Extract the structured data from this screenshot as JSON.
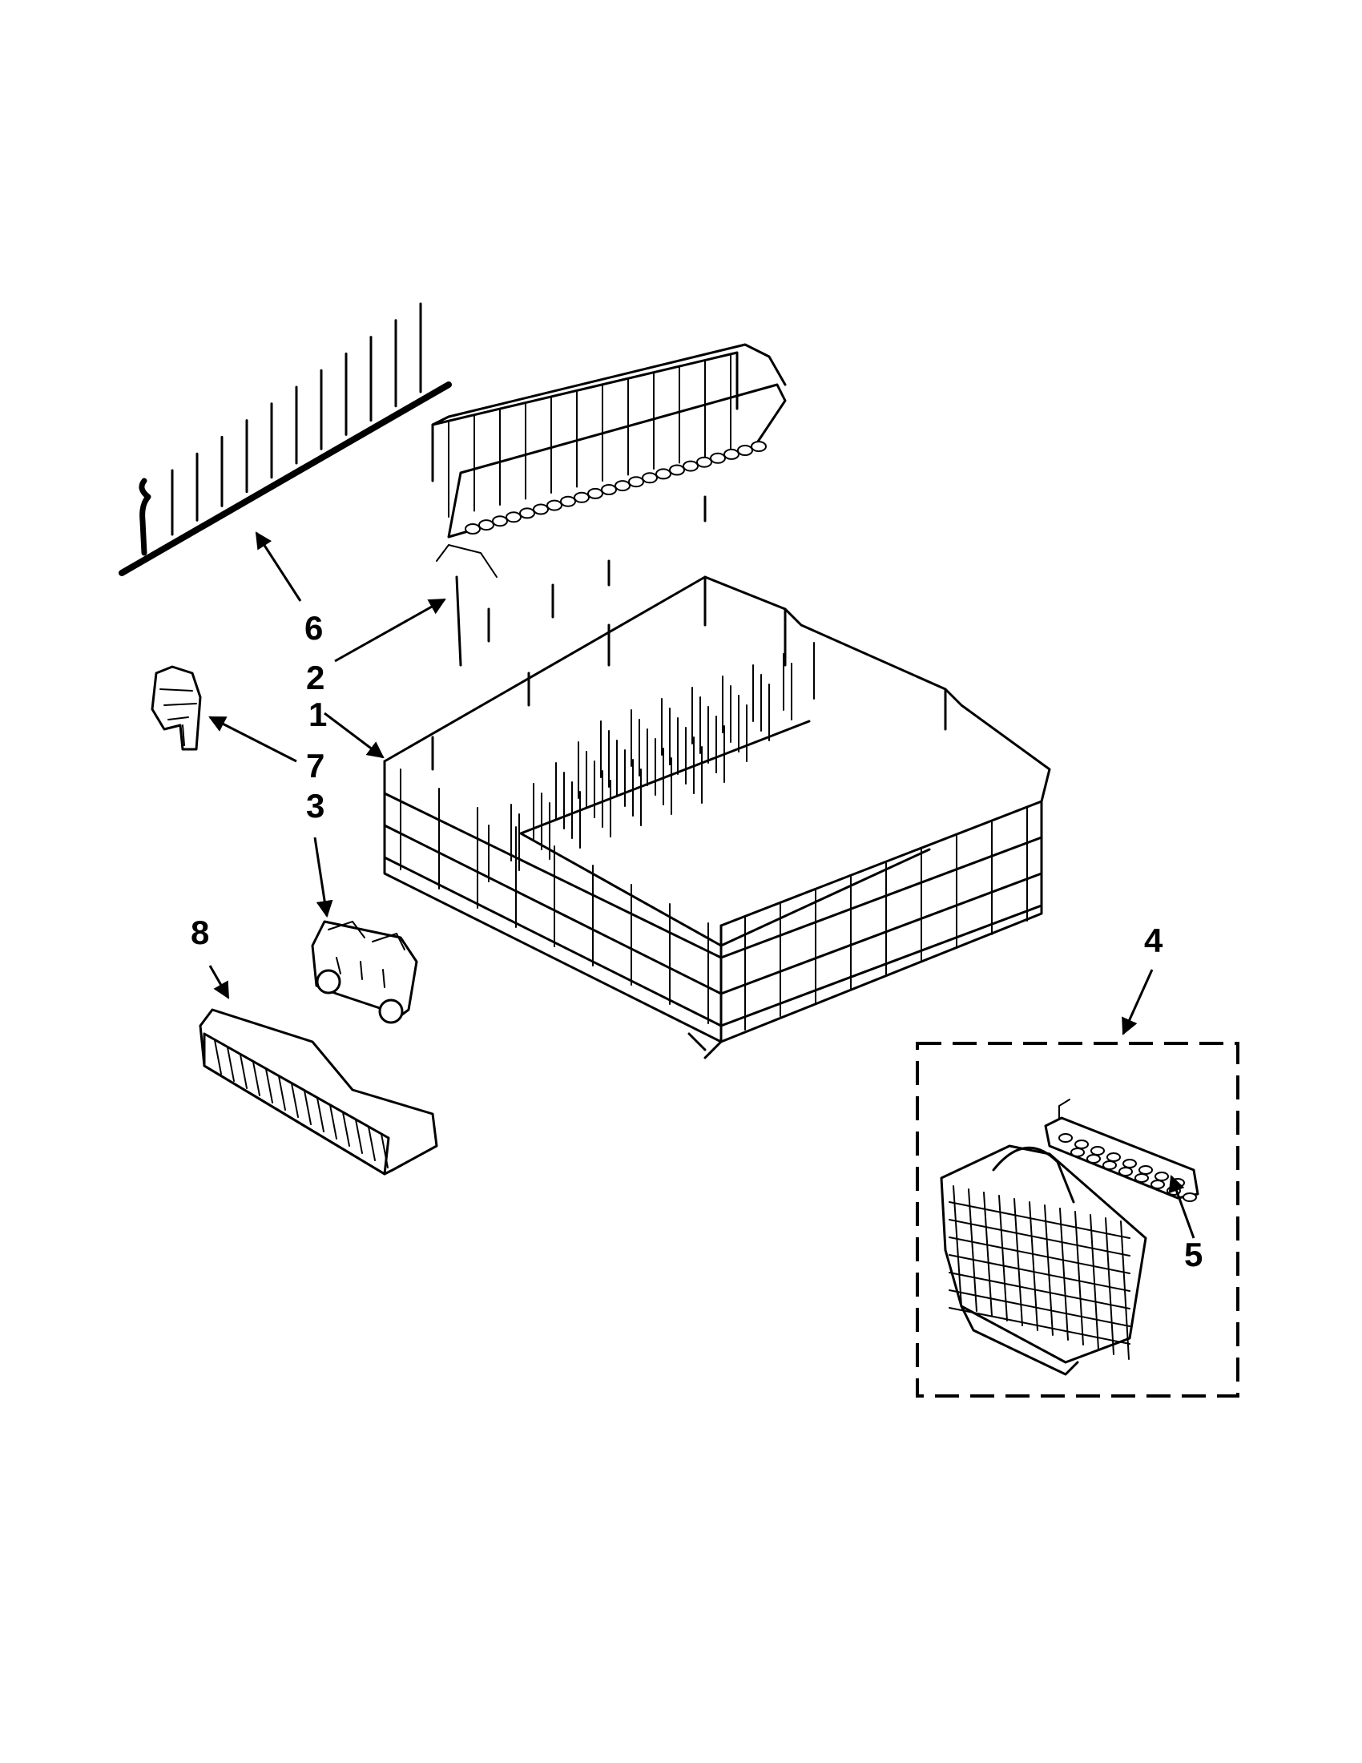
{
  "callouts": [
    {
      "id": "1",
      "label": "1",
      "part": "lower-rack"
    },
    {
      "id": "2",
      "label": "2",
      "part": "tine-row-rack"
    },
    {
      "id": "3",
      "label": "3",
      "part": "wheel-clip"
    },
    {
      "id": "4",
      "label": "4",
      "part": "silverware-basket-assembly"
    },
    {
      "id": "5",
      "label": "5",
      "part": "basket-lid"
    },
    {
      "id": "6",
      "label": "6",
      "part": "tine-row"
    },
    {
      "id": "7",
      "label": "7",
      "part": "rack-clip"
    },
    {
      "id": "8",
      "label": "8",
      "part": "small-basket"
    }
  ]
}
